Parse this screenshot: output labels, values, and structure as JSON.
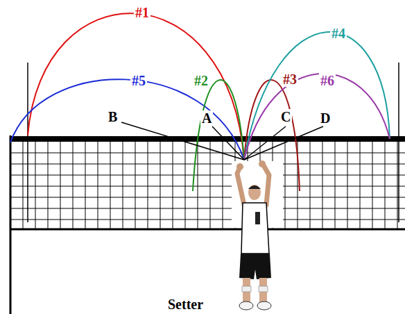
{
  "diagram": {
    "labels": [
      "#1",
      "#5",
      "#2",
      "#3",
      "#6",
      "#4",
      "B",
      "A",
      "C",
      "D",
      "Setter"
    ]
  }
}
